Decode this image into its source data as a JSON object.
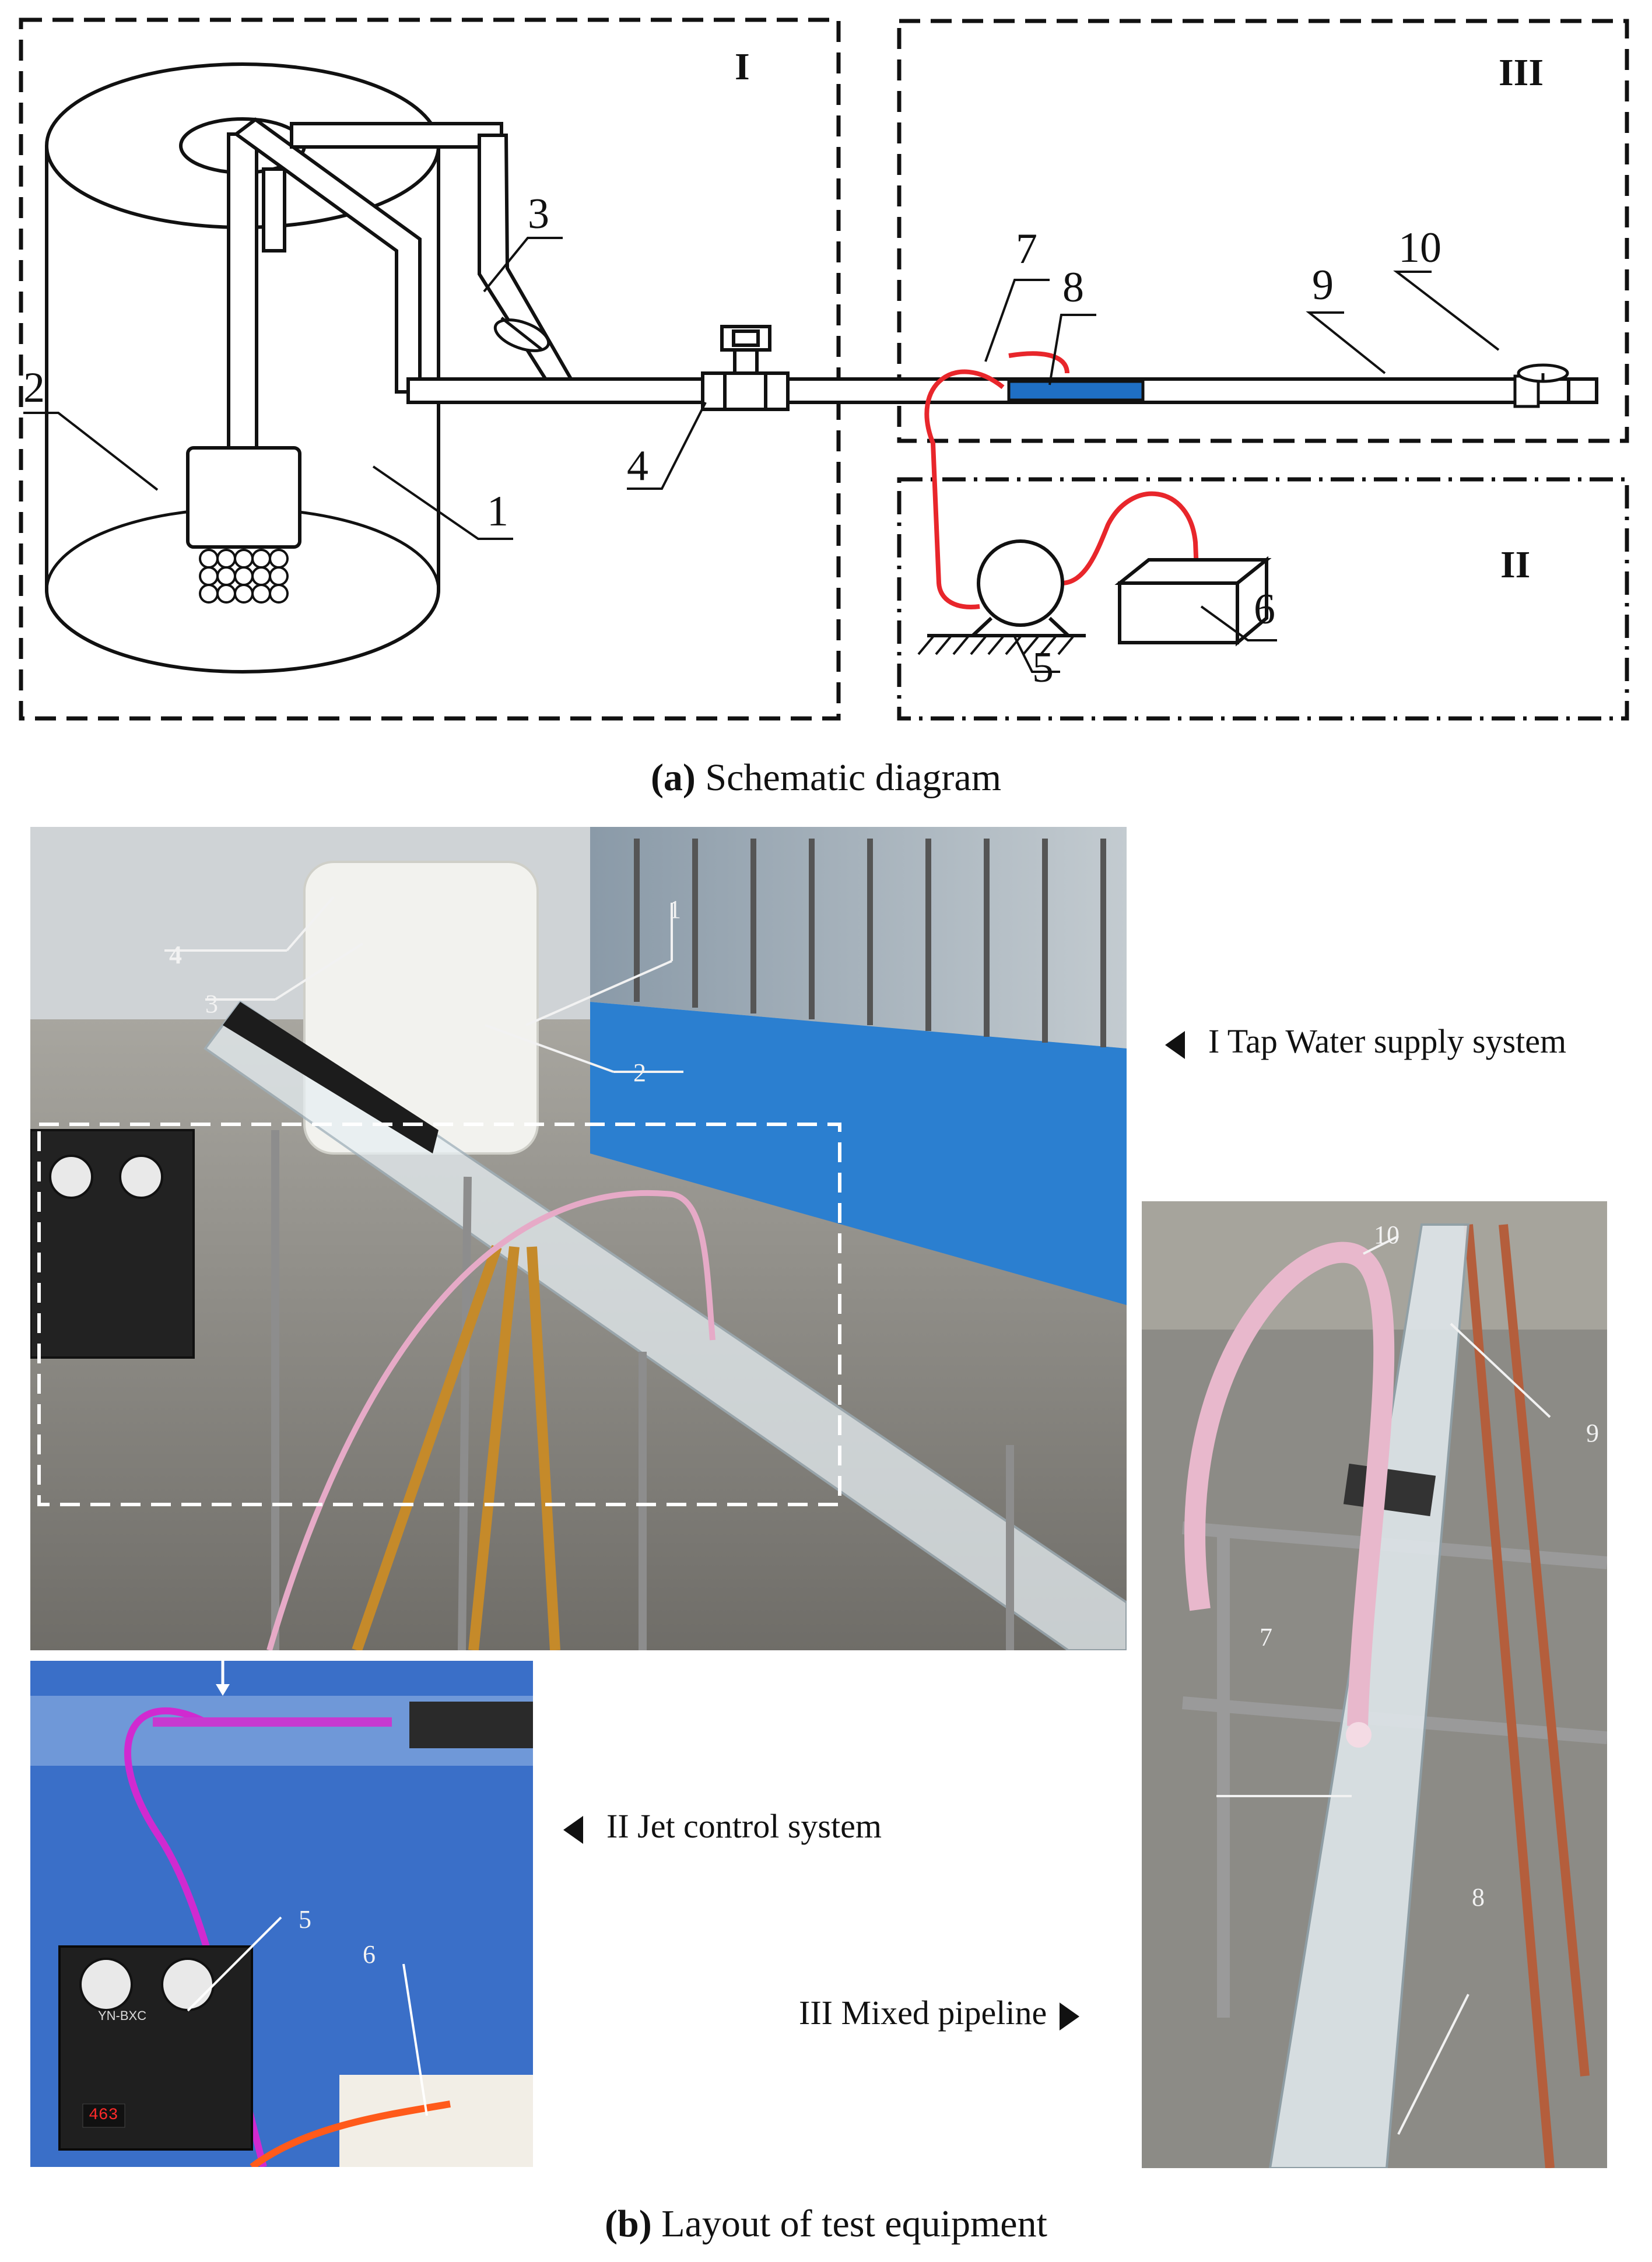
{
  "schematic": {
    "regions": [
      {
        "id": "I",
        "label": "I"
      },
      {
        "id": "II",
        "label": "II"
      },
      {
        "id": "III",
        "label": "III"
      }
    ],
    "components": [
      "1",
      "2",
      "3",
      "4",
      "5",
      "6",
      "7",
      "8",
      "9",
      "10"
    ],
    "caption_prefix": "(a)",
    "caption_text": " Schematic diagram"
  },
  "photos": {
    "main_labels": [
      "1",
      "2",
      "3",
      "4"
    ],
    "jet_labels": [
      "5",
      "6"
    ],
    "pipe_labels": [
      "7",
      "8",
      "9",
      "10"
    ],
    "system_labels": {
      "tap": "I Tap Water supply system",
      "jet": "II Jet control system",
      "mixed": "III Mixed pipeline"
    },
    "pump_panel_texts": [
      "YN-BXC",
      "463"
    ],
    "caption_prefix": "(b)",
    "caption_text": " Layout of test equipment"
  },
  "colors": {
    "line": "#111111",
    "red_hose": "#e8262b",
    "blue_section": "#1f6fc4",
    "blue_wall": "#2b7fd0",
    "photo_floor": "#8f8d86"
  }
}
